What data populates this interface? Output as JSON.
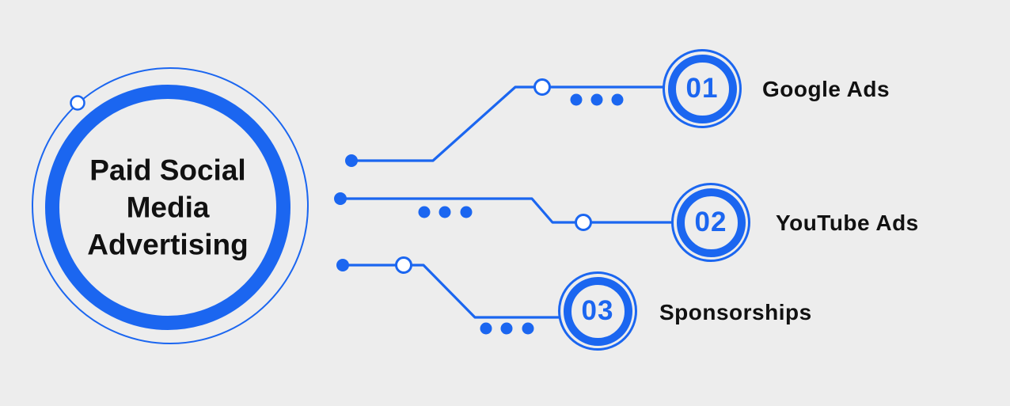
{
  "colors": {
    "accent": "#1b66f0",
    "background": "#ededed",
    "text": "#111111",
    "node_fill": "#ffffff"
  },
  "hub": {
    "title_lines": [
      "Paid Social",
      "Media",
      "Advertising"
    ],
    "title_full": "Paid Social Media Advertising"
  },
  "items": [
    {
      "number": "01",
      "label": "Google Ads"
    },
    {
      "number": "02",
      "label": "YouTube Ads"
    },
    {
      "number": "03",
      "label": "Sponsorships"
    }
  ]
}
